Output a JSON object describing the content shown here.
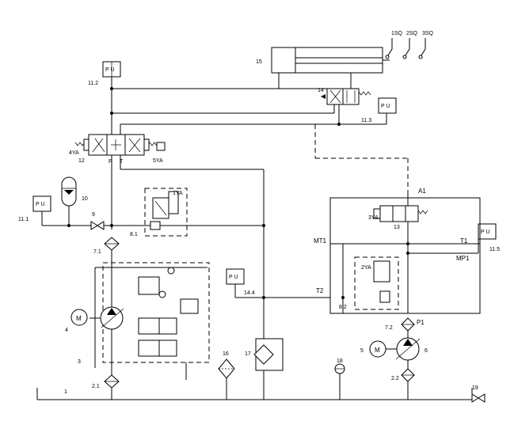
{
  "labels": {
    "sq1": "1SQ",
    "sq2": "2SQ",
    "sq3": "3SQ",
    "l15": "15",
    "l11_2": "11.2",
    "l14": "14",
    "l11_3": "11.3",
    "l4ya": "4YA",
    "l12": "12",
    "l5ya": "5YA",
    "lP": "P",
    "lT": "T",
    "l10": "10",
    "l11_1": "11.1",
    "l9": "9",
    "l1ya": "1YA",
    "l8_1": "8.1",
    "l7_1": "7.1",
    "lA1": "A1",
    "l3ya": "3YA",
    "l13": "13",
    "lMT1": "MT1",
    "lT1": "T1",
    "lMP1": "MP1",
    "l11_5": "11.5",
    "l2ya": "2YA",
    "lT2": "T2",
    "l14_4": "14.4",
    "l8_2": "8.2",
    "lP1": "P1",
    "l7_2": "7.2",
    "l4": "4",
    "l3": "3",
    "l2_1": "2.1",
    "l16": "16",
    "l17": "17",
    "l18": "18",
    "l5": "5",
    "l6": "6",
    "l2_2": "2.2",
    "l1": "1",
    "l19": "19",
    "motor": "M",
    "gauge": "P U"
  }
}
